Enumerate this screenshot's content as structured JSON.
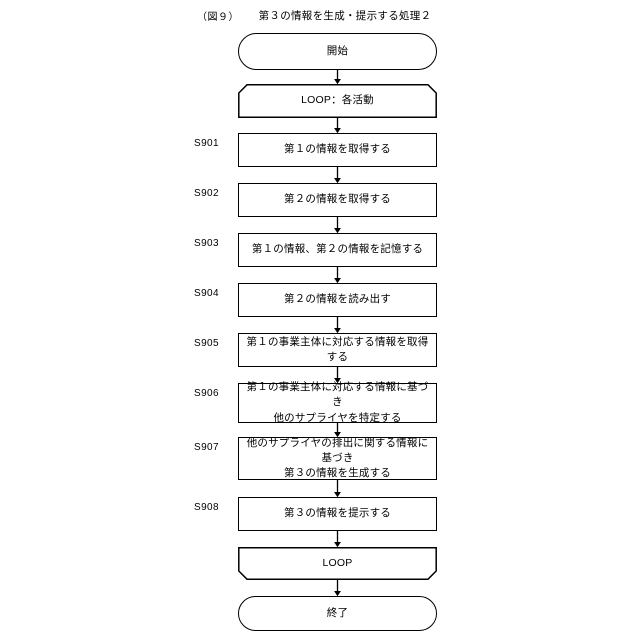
{
  "figure": {
    "number_label": "（図９）",
    "title": "第３の情報を生成・提示する処理２"
  },
  "flowchart": {
    "type": "flowchart",
    "orientation": "top-to-bottom",
    "nodes": [
      {
        "id": "start",
        "shape": "terminator",
        "step_id": "",
        "text": "開始"
      },
      {
        "id": "loop-start",
        "shape": "loop-start",
        "step_id": "",
        "text": "LOOP：各活動"
      },
      {
        "id": "s901",
        "shape": "process",
        "step_id": "S901",
        "text": "第１の情報を取得する"
      },
      {
        "id": "s902",
        "shape": "process",
        "step_id": "S902",
        "text": "第２の情報を取得する"
      },
      {
        "id": "s903",
        "shape": "process",
        "step_id": "S903",
        "text": "第１の情報、第２の情報を記憶する"
      },
      {
        "id": "s904",
        "shape": "process",
        "step_id": "S904",
        "text": "第２の情報を読み出す"
      },
      {
        "id": "s905",
        "shape": "process",
        "step_id": "S905",
        "text": "第１の事業主体に対応する情報を取得する"
      },
      {
        "id": "s906",
        "shape": "process",
        "step_id": "S906",
        "text": "第１の事業主体に対応する情報に基づき\n他のサプライヤを特定する"
      },
      {
        "id": "s907",
        "shape": "process",
        "step_id": "S907",
        "text": "他のサプライヤの排出に関する情報に基づき\n第３の情報を生成する"
      },
      {
        "id": "s908",
        "shape": "process",
        "step_id": "S908",
        "text": "第３の情報を提示する"
      },
      {
        "id": "loop-end",
        "shape": "loop-end",
        "step_id": "",
        "text": "LOOP"
      },
      {
        "id": "end",
        "shape": "terminator",
        "step_id": "",
        "text": "終了"
      }
    ]
  },
  "colors": {
    "line": "#000000",
    "background": "#ffffff",
    "text": "#000000"
  }
}
